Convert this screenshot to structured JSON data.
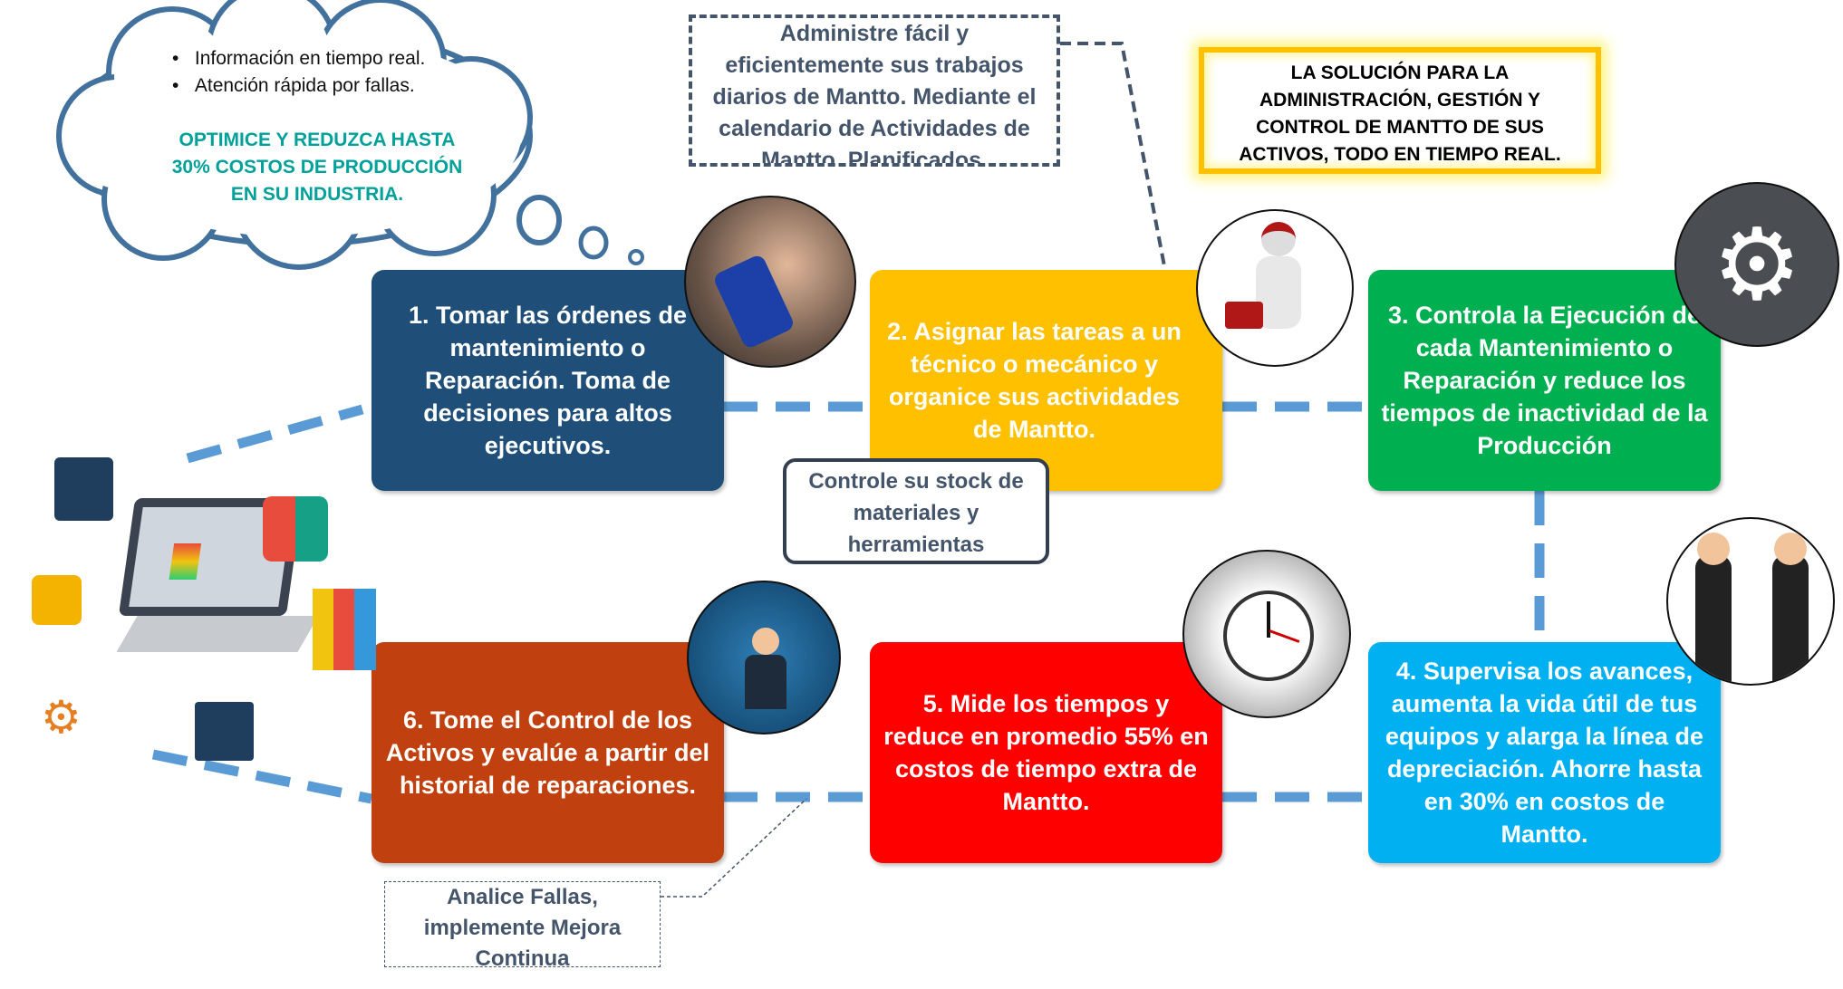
{
  "cloud": {
    "bullets": [
      "Información en tiempo real.",
      "Atención rápida por fallas."
    ],
    "highlight": [
      "OPTIMICE Y REDUZCA HASTA",
      "30% COSTOS DE PRODUCCIÓN",
      "EN SU INDUSTRIA."
    ]
  },
  "notes": {
    "calendar": "Administre fácil y eficientemente sus trabajos diarios de Mantto. Mediante el calendario de Actividades de Mantto. Planificados.",
    "solution": "LA SOLUCIÓN PARA LA ADMINISTRACIÓN, GESTIÓN Y CONTROL DE MANTTO DE SUS ACTIVOS, TODO EN TIEMPO REAL.",
    "stock": "Controle su stock de materiales y herramientas",
    "failures": "Analice Fallas, implemente Mejora Continua"
  },
  "steps": [
    {
      "text": "1. Tomar las órdenes de mantenimiento o Reparación. Toma de decisiones para altos ejecutivos.",
      "color": "#1F4E79"
    },
    {
      "text": "2. Asignar las tareas a un técnico o mecánico y organice sus actividades de Mantto.",
      "color": "#FFC000"
    },
    {
      "text": "3. Controla la Ejecución de cada Mantenimiento o Reparación y reduce los tiempos de inactividad de la Producción",
      "color": "#00B050"
    },
    {
      "text": "4. Supervisa los avances, aumenta la vida útil de tus equipos y alarga la línea de depreciación. Ahorre hasta en 30% en costos de Mantto.",
      "color": "#00B0F0"
    },
    {
      "text": "5. Mide los tiempos y reduce en promedio 55% en costos de tiempo extra de Mantto.",
      "color": "#FF0000"
    },
    {
      "text": "6. Tome el Control de los Activos y evalúe a partir del historial de reparaciones.",
      "color": "#C0410F"
    }
  ],
  "colors": {
    "connector": "#5B9BD5",
    "cloud": "#41719C",
    "teal": "#00A19A"
  }
}
